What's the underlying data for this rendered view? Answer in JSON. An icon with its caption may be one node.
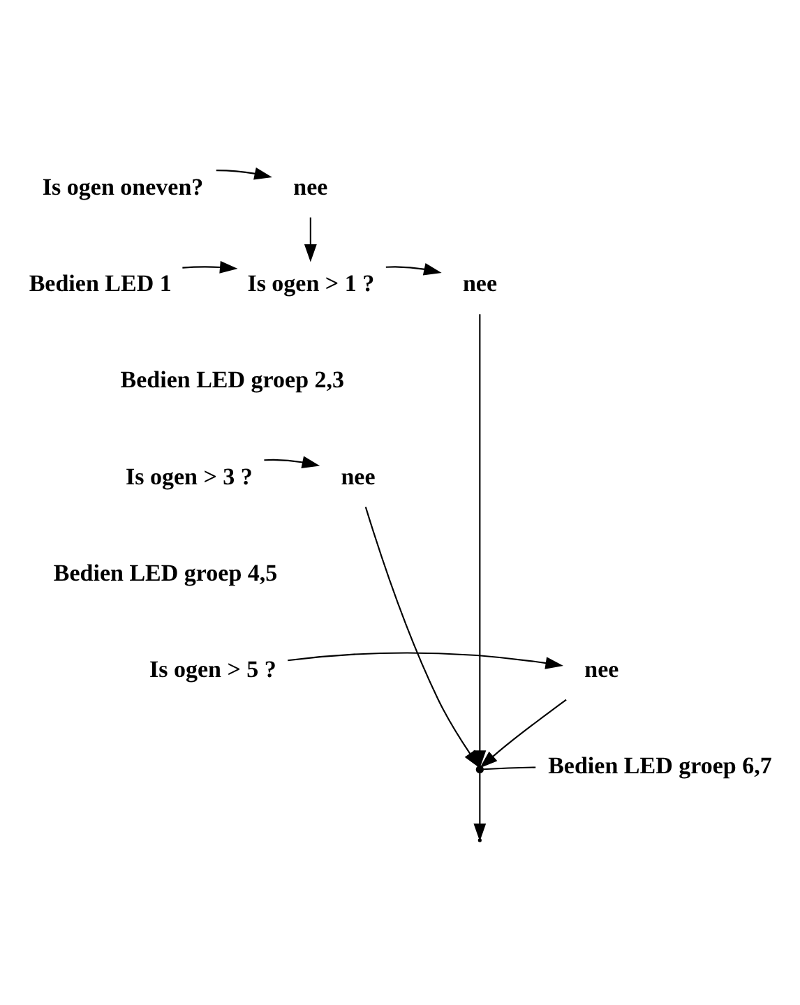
{
  "diagram": {
    "nodes": [
      {
        "text": [
          "Is ogen oneven?"
        ]
      },
      {
        "text": [
          "nee"
        ]
      },
      {
        "text": [
          "Bedien LED 1"
        ]
      },
      {
        "text": [
          "Is ogen > 1 ?"
        ]
      },
      {
        "text": [
          "nee"
        ]
      },
      {
        "text": [
          "Bedien LED groep 2,3"
        ]
      },
      {
        "text": [
          "Is ogen > 3 ?"
        ]
      },
      {
        "text": [
          "nee"
        ]
      },
      {
        "text": [
          "Bedien LED groep 4,5"
        ]
      },
      {
        "text": [
          "Is ogen > 5 ?"
        ]
      },
      {
        "text": [
          "nee"
        ]
      },
      {
        "text": [
          "Bedien LED groep 6,7"
        ]
      },
      {
        "text": [],
        "shape": "point"
      }
    ],
    "edges": [
      {
        "from": 0,
        "to": 1,
        "arrow": "to"
      },
      {
        "from": 1,
        "to": 3,
        "arrow": "to"
      },
      {
        "from": 2,
        "to": 3,
        "arrow": "to"
      },
      {
        "from": 3,
        "to": 4,
        "arrow": "to"
      },
      {
        "from": 6,
        "to": 7,
        "arrow": "to"
      },
      {
        "from": 9,
        "to": 10,
        "arrow": "to"
      },
      {
        "from": 4,
        "to": 12,
        "arrow": "to"
      },
      {
        "from": 7,
        "to": 12,
        "arrow": "to"
      },
      {
        "from": 10,
        "to": 12,
        "arrow": "to"
      },
      {
        "from": 11,
        "to": 12,
        "arrow": "none"
      },
      {
        "from": 12,
        "to": null,
        "arrow": "to"
      }
    ]
  }
}
